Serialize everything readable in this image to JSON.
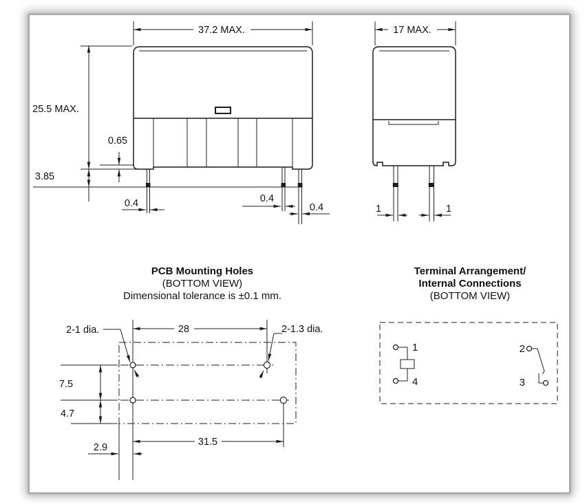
{
  "colors": {
    "line": "#1c1c1c",
    "text": "#111111",
    "frame_border": "#a9a9a9"
  },
  "front_view": {
    "width_dim": "37.2 MAX.",
    "height_dim": "25.5 MAX.",
    "standoff_dim": "0.65",
    "terminal_length_dim": "3.85",
    "terminal_width_dims": [
      "0.4",
      "0.4",
      "0.4"
    ]
  },
  "side_view": {
    "width_dim": "17 MAX.",
    "terminal_width_dims": [
      "1",
      "1"
    ]
  },
  "pcb_mounting_holes": {
    "title": "PCB Mounting Holes",
    "view_note": "(BOTTOM VIEW)",
    "tolerance_note": "Dimensional tolerance is ±0.1 mm.",
    "small_hole_label": "2-1 dia.",
    "large_hole_label": "2-1.3 dia.",
    "top_pitch_dim": "28",
    "row_spacing_upper_dim": "7.5",
    "row_spacing_lower_dim": "4.7",
    "bottom_pitch_dim": "31.5",
    "edge_offset_dim": "2.9"
  },
  "terminal_arrangement": {
    "title_line1": "Terminal Arrangement/",
    "title_line2": "Internal Connections",
    "view_note": "(BOTTOM VIEW)",
    "terminal_numbers": [
      "1",
      "4",
      "2",
      "3"
    ]
  }
}
